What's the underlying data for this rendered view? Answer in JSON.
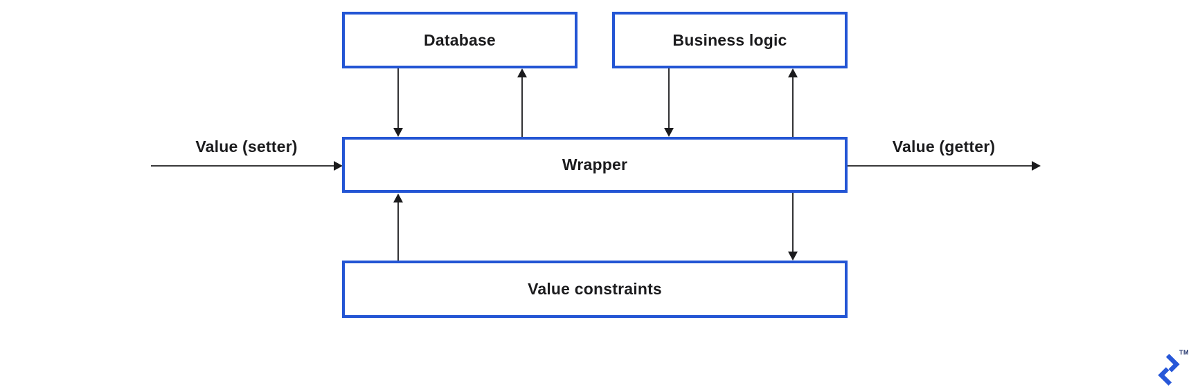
{
  "nodes": {
    "database": {
      "label": "Database"
    },
    "business_logic": {
      "label": "Business logic"
    },
    "wrapper": {
      "label": "Wrapper"
    },
    "value_constraints": {
      "label": "Value constraints"
    }
  },
  "labels": {
    "setter": "Value (setter)",
    "getter": "Value (getter)"
  },
  "edges": [
    {
      "from": "database",
      "to": "wrapper",
      "type": "arrow"
    },
    {
      "from": "wrapper",
      "to": "database",
      "type": "arrow"
    },
    {
      "from": "business_logic",
      "to": "wrapper",
      "type": "arrow"
    },
    {
      "from": "wrapper",
      "to": "business_logic",
      "type": "arrow"
    },
    {
      "from": "value_constraints",
      "to": "wrapper",
      "type": "arrow"
    },
    {
      "from": "wrapper",
      "to": "value_constraints",
      "type": "arrow"
    },
    {
      "from": "value_setter_input",
      "to": "wrapper",
      "type": "arrow"
    },
    {
      "from": "wrapper",
      "to": "value_getter_output",
      "type": "arrow"
    }
  ],
  "colors": {
    "box_border": "#2355D4",
    "box_fill": "#ffffff",
    "arrow": "#1b1b1d",
    "text": "#1b1b1d",
    "logo_blue": "#2757D8",
    "trademark_text": "#23356e"
  },
  "logo": {
    "name": "Toptal",
    "trademark": "TM"
  }
}
